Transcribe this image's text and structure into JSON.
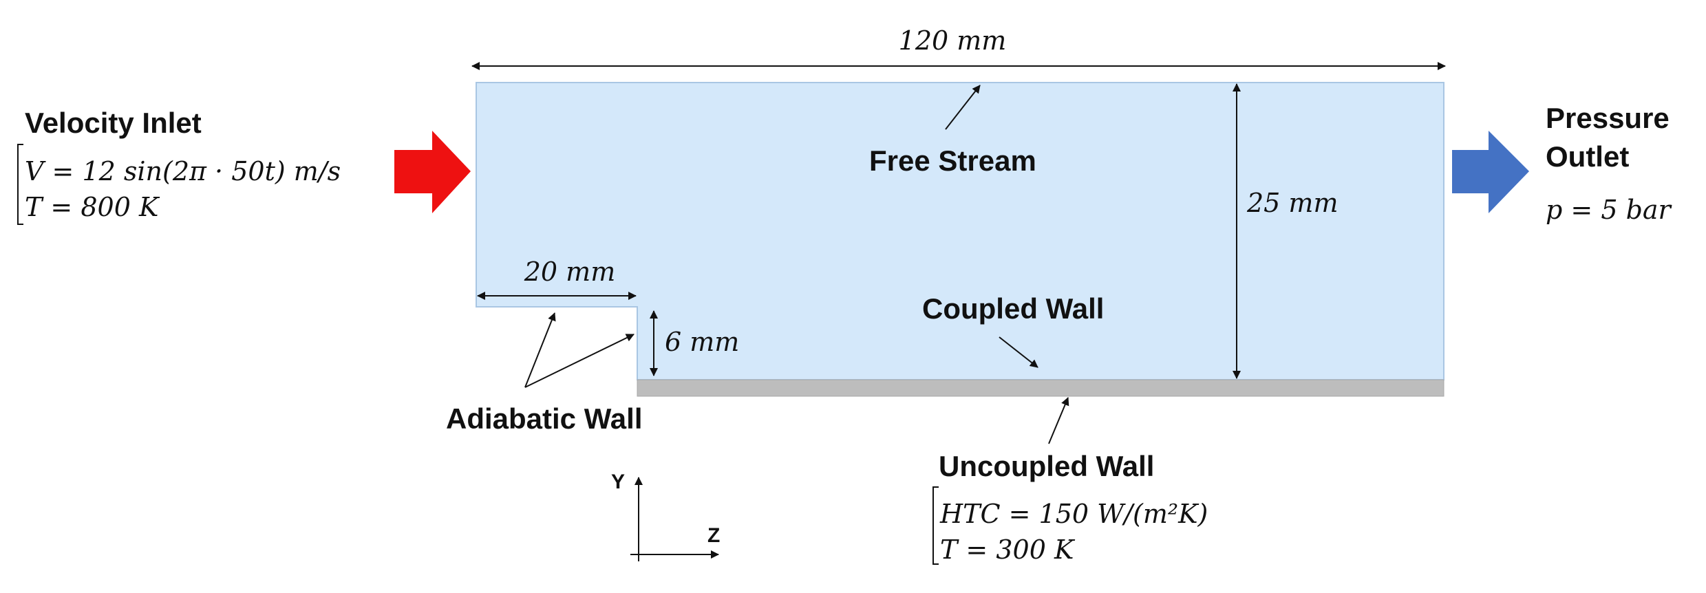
{
  "dimensions": {
    "width": "120 mm",
    "height": "25 mm",
    "step_length": "20 mm",
    "step_height": "6 mm"
  },
  "inlet": {
    "title": "Velocity Inlet",
    "velocity": "V = 12 sin(2π · 50t) m/s",
    "temperature": "T = 800 K"
  },
  "outlet": {
    "title_line1": "Pressure",
    "title_line2": "Outlet",
    "pressure": "p = 5 bar"
  },
  "labels": {
    "free_stream": "Free Stream",
    "coupled_wall": "Coupled Wall",
    "adiabatic_wall": "Adiabatic Wall",
    "uncoupled_wall": "Uncoupled Wall"
  },
  "uncoupled_wall_bc": {
    "htc": "HTC = 150 W/(m²K)",
    "temperature": "T = 300 K"
  },
  "axes": {
    "y": "Y",
    "z": "Z"
  },
  "colors": {
    "domain_fill": "#d4e8fa",
    "domain_stroke": "#a9c6e3",
    "wall_fill": "#bdbdbd",
    "inlet_arrow": "#ee1111",
    "outlet_arrow": "#4472c4",
    "line": "#111111"
  }
}
